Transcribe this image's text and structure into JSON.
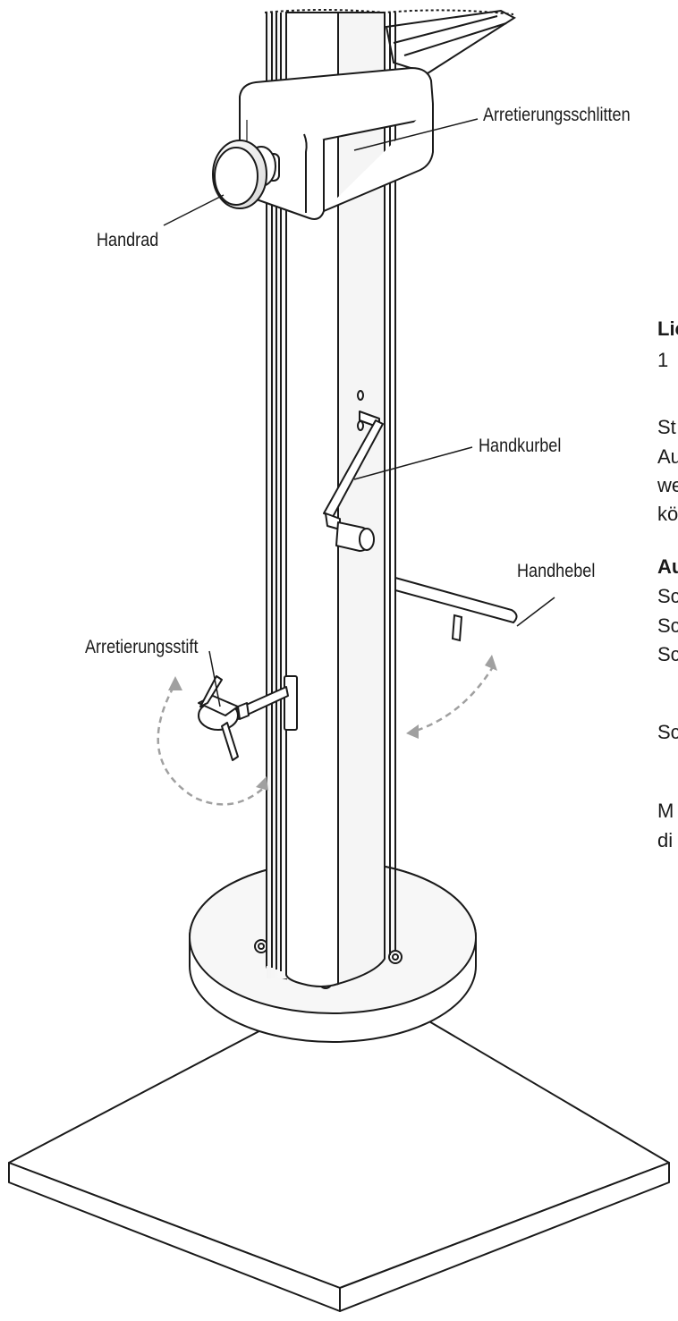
{
  "labels": {
    "arretierungsschlitten": "Arretierungsschlitten",
    "handrad": "Handrad",
    "handkurbel": "Handkurbel",
    "handhebel": "Handhebel",
    "arretierungsstift": "Arretierungsstift"
  },
  "side_text": {
    "line1": "Lic",
    "line2": "1",
    "line3": "St",
    "line4": "Au",
    "line5": "we",
    "line6": "kö",
    "line7": "Au",
    "line8": "Sc",
    "line9": "Sc",
    "line10": "Sc",
    "line11": "Sc",
    "line12": "M",
    "line13": "di"
  }
}
